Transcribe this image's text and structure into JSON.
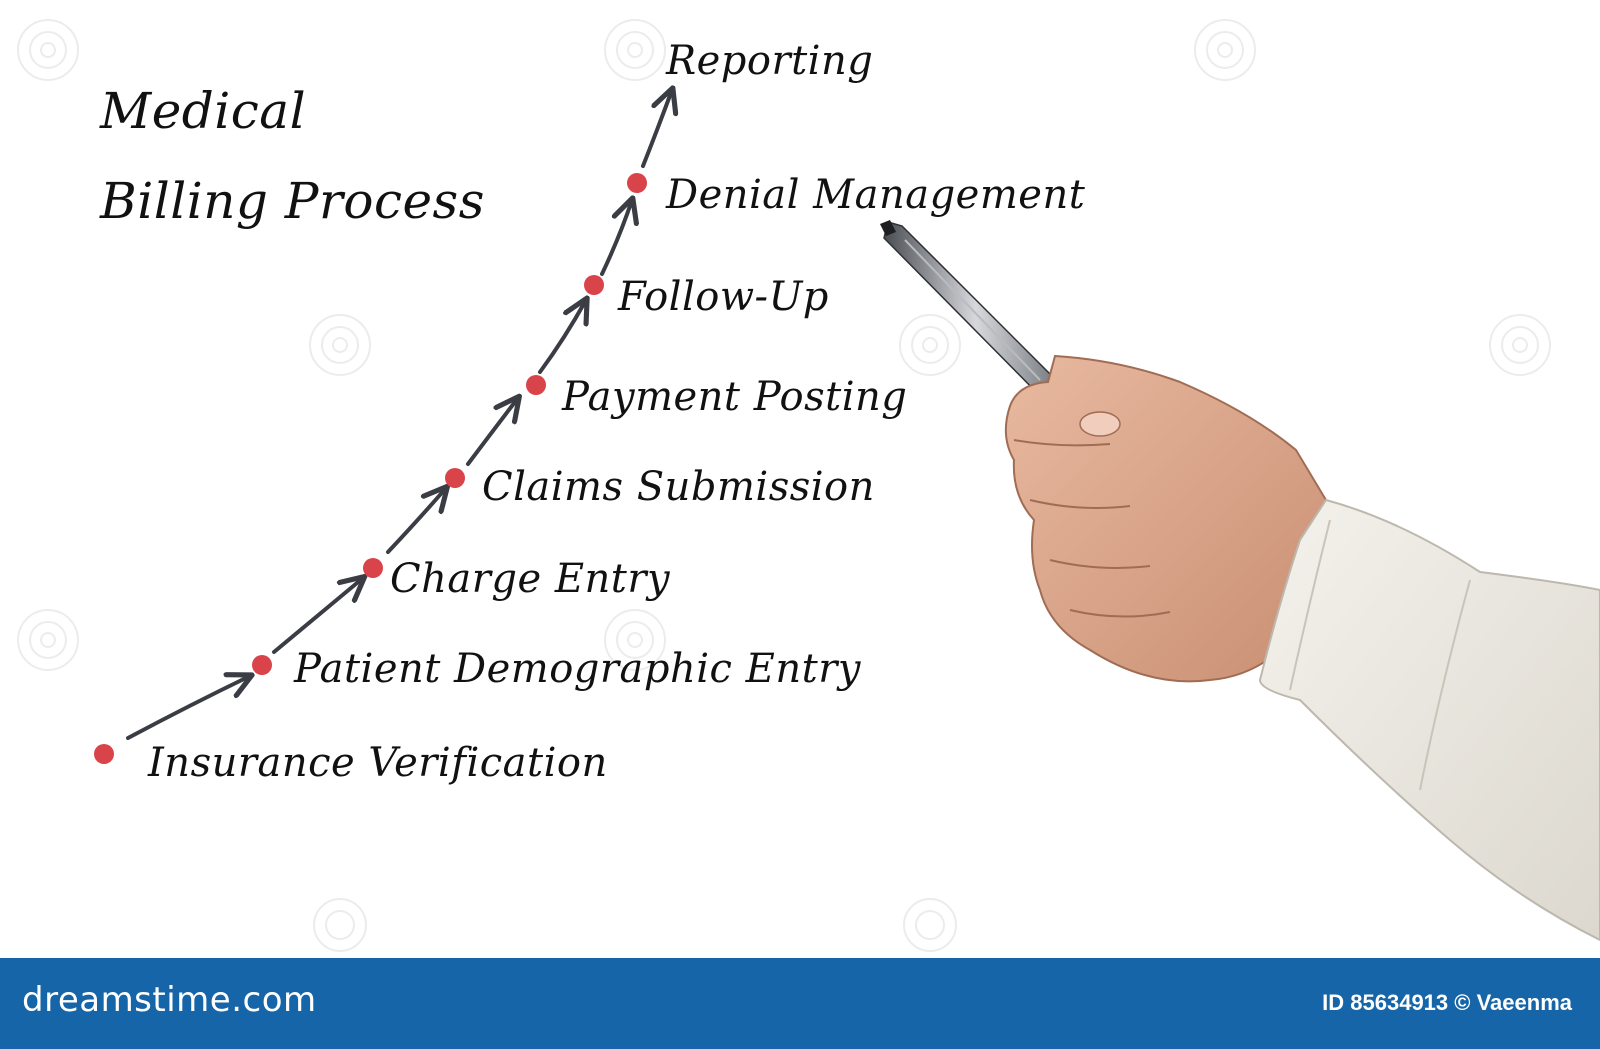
{
  "diagram": {
    "title_lines": [
      "Medical",
      "Billing Process"
    ],
    "steps": [
      "Insurance Verification",
      "Patient Demographic Entry",
      "Charge Entry",
      "Claims Submission",
      "Payment Posting",
      "Follow-Up",
      "Denial Management",
      "Reporting"
    ],
    "colors": {
      "dot": "#d9434a",
      "arrow": "#3a3d44",
      "text": "#111111"
    }
  },
  "footer": {
    "brand": "dreamstime.com",
    "id_text": "ID 85634913 © Vaeenma",
    "background": "#1565a8"
  }
}
